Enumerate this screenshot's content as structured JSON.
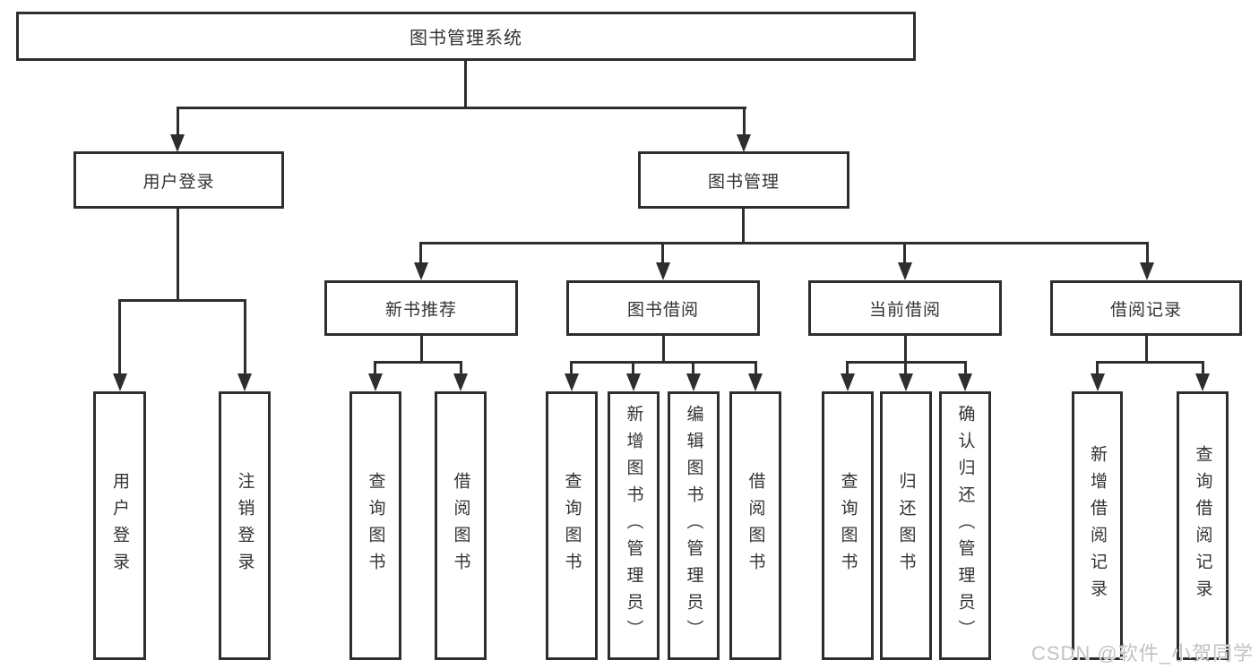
{
  "diagram": {
    "root": {
      "label": "图书管理系统"
    },
    "branches": [
      {
        "label": "用户登录",
        "children": [
          {
            "label": "用户登录"
          },
          {
            "label": "注销登录"
          }
        ]
      },
      {
        "label": "图书管理",
        "children": [
          {
            "label": "新书推荐",
            "children": [
              {
                "label": "查询图书"
              },
              {
                "label": "借阅图书"
              }
            ]
          },
          {
            "label": "图书借阅",
            "children": [
              {
                "label": "查询图书"
              },
              {
                "label": "新增图书（管理员）"
              },
              {
                "label": "编辑图书（管理员）"
              },
              {
                "label": "借阅图书"
              }
            ]
          },
          {
            "label": "当前借阅",
            "children": [
              {
                "label": "查询图书"
              },
              {
                "label": "归还图书"
              },
              {
                "label": "确认归还（管理员）"
              }
            ]
          },
          {
            "label": "借阅记录",
            "children": [
              {
                "label": "新增借阅记录"
              },
              {
                "label": "查询借阅记录"
              }
            ]
          }
        ]
      }
    ],
    "watermark": "CSDN @软件_小贺同学",
    "colors": {
      "line": "#2e2e2e",
      "box_border": "#2e2e2e",
      "box_fill": "#ffffff",
      "text": "#333333",
      "watermark": "#c2c2c2",
      "background": "#ffffff"
    }
  }
}
